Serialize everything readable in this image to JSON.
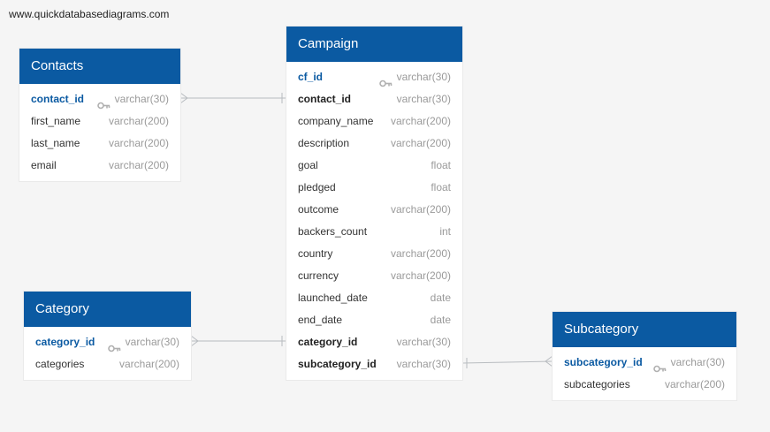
{
  "watermark": "www.quickdatabasediagrams.com",
  "colors": {
    "header": "#0b5aa2",
    "primary_key_text": "#0b5aa2",
    "type_text": "#9a9a9a",
    "connector": "#b8bcc0"
  },
  "tables": {
    "contacts": {
      "title": "Contacts",
      "columns": [
        {
          "name": "contact_id",
          "type": "varchar(30)",
          "key": "pk"
        },
        {
          "name": "first_name",
          "type": "varchar(200)",
          "key": ""
        },
        {
          "name": "last_name",
          "type": "varchar(200)",
          "key": ""
        },
        {
          "name": "email",
          "type": "varchar(200)",
          "key": ""
        }
      ]
    },
    "campaign": {
      "title": "Campaign",
      "columns": [
        {
          "name": "cf_id",
          "type": "varchar(30)",
          "key": "pk"
        },
        {
          "name": "contact_id",
          "type": "varchar(30)",
          "key": "fk"
        },
        {
          "name": "company_name",
          "type": "varchar(200)",
          "key": ""
        },
        {
          "name": "description",
          "type": "varchar(200)",
          "key": ""
        },
        {
          "name": "goal",
          "type": "float",
          "key": ""
        },
        {
          "name": "pledged",
          "type": "float",
          "key": ""
        },
        {
          "name": "outcome",
          "type": "varchar(200)",
          "key": ""
        },
        {
          "name": "backers_count",
          "type": "int",
          "key": ""
        },
        {
          "name": "country",
          "type": "varchar(200)",
          "key": ""
        },
        {
          "name": "currency",
          "type": "varchar(200)",
          "key": ""
        },
        {
          "name": "launched_date",
          "type": "date",
          "key": ""
        },
        {
          "name": "end_date",
          "type": "date",
          "key": ""
        },
        {
          "name": "category_id",
          "type": "varchar(30)",
          "key": "fk"
        },
        {
          "name": "subcategory_id",
          "type": "varchar(30)",
          "key": "fk"
        }
      ]
    },
    "category": {
      "title": "Category",
      "columns": [
        {
          "name": "category_id",
          "type": "varchar(30)",
          "key": "pk"
        },
        {
          "name": "categories",
          "type": "varchar(200)",
          "key": ""
        }
      ]
    },
    "subcategory": {
      "title": "Subcategory",
      "columns": [
        {
          "name": "subcategory_id",
          "type": "varchar(30)",
          "key": "pk"
        },
        {
          "name": "subcategories",
          "type": "varchar(200)",
          "key": ""
        }
      ]
    }
  },
  "relationships": [
    {
      "from": "contacts.contact_id",
      "to": "campaign.contact_id",
      "from_end": "many",
      "to_end": "one"
    },
    {
      "from": "category.category_id",
      "to": "campaign.category_id",
      "from_end": "many",
      "to_end": "one"
    },
    {
      "from": "subcategory.subcategory_id",
      "to": "campaign.subcategory_id",
      "from_end": "many",
      "to_end": "one"
    }
  ]
}
